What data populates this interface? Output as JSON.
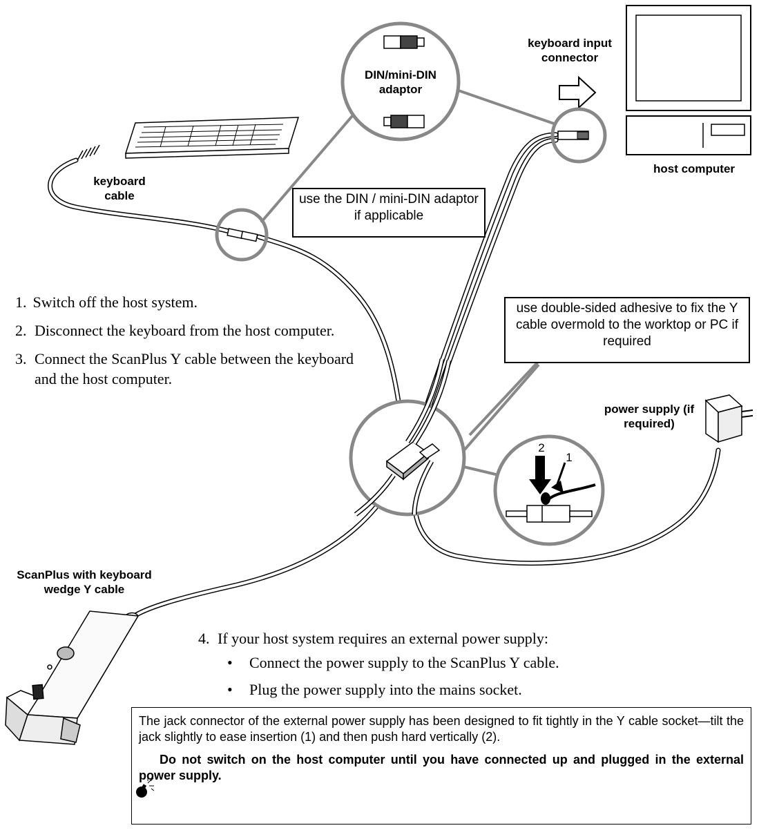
{
  "labels": {
    "keyboard_input_connector": "keyboard input connector",
    "din_adaptor": "DIN/mini-DIN adaptor",
    "keyboard_cable": "keyboard cable",
    "host_computer": "host computer",
    "power_supply": "power supply (if required)",
    "scanplus": "ScanPlus with keyboard wedge Y cable",
    "jack_step_2": "2",
    "jack_step_1": "1"
  },
  "callouts": {
    "din_adaptor_note": "use the DIN / mini-DIN adaptor if applicable",
    "adhesive_note": "use double-sided adhesive to fix the Y cable overmold to the worktop or PC if required"
  },
  "steps": [
    {
      "num": "1.",
      "text": "Switch off the host system."
    },
    {
      "num": "2.",
      "text": "Disconnect the keyboard from the host computer."
    },
    {
      "num": "3.",
      "text": "Connect the ScanPlus Y cable between the keyboard and the host computer."
    },
    {
      "num": "4.",
      "text": "If your host system requires an external power supply:"
    }
  ],
  "substeps": [
    "Connect the power supply to the ScanPlus Y cable.",
    "Plug the power supply into the mains socket."
  ],
  "note": {
    "body": "The jack connector of the external power supply has been designed to fit tightly in the Y cable socket—tilt the jack slightly to ease insertion (1) and then push hard vertically (2).",
    "warning": "Do not switch on the host computer until you have connected up and plugged in the external power supply.",
    "warning_icon": "bomb-icon"
  }
}
